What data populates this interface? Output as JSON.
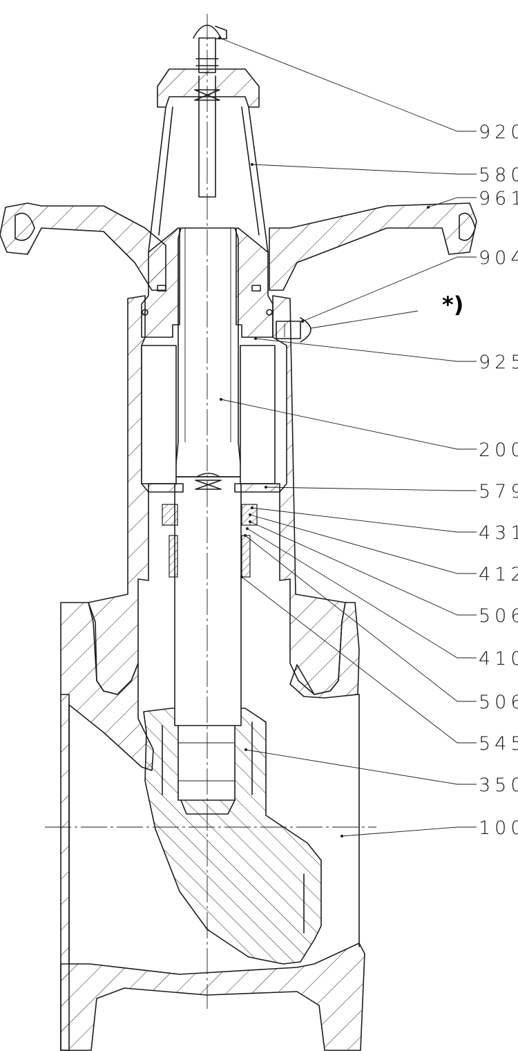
{
  "drawing": {
    "note_mark": "*)",
    "callouts": [
      {
        "id": "920",
        "label": "920"
      },
      {
        "id": "580",
        "label": "580"
      },
      {
        "id": "961",
        "label": "961"
      },
      {
        "id": "904",
        "label": "904"
      },
      {
        "id": "925",
        "label": "925"
      },
      {
        "id": "200",
        "label": "200"
      },
      {
        "id": "579",
        "label": "579"
      },
      {
        "id": "431",
        "label": "431"
      },
      {
        "id": "412",
        "label": "412"
      },
      {
        "id": "506a",
        "label": "506"
      },
      {
        "id": "410",
        "label": "410"
      },
      {
        "id": "506b",
        "label": "506"
      },
      {
        "id": "545",
        "label": "545"
      },
      {
        "id": "350",
        "label": "350"
      },
      {
        "id": "100",
        "label": "100"
      }
    ]
  }
}
